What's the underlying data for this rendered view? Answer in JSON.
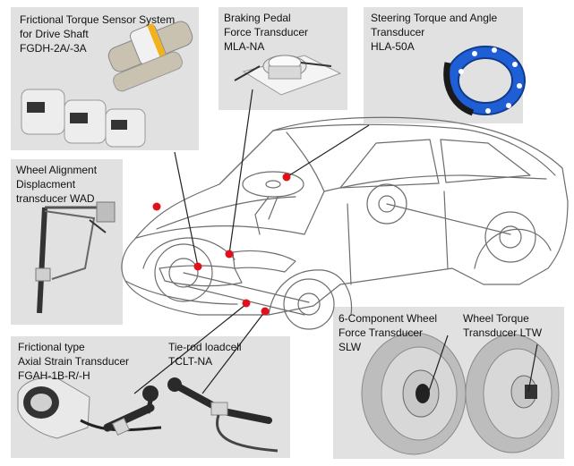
{
  "colors": {
    "panel_bg": "#e1e1e1",
    "marker": "#e0101c",
    "line": "#222222",
    "car_stroke": "#6d6d6d",
    "tire": "#bdbdbd",
    "hub": "#d8d8d8",
    "accent_blue": "#1f5fd6",
    "accent_yellow": "#f2b21b"
  },
  "panels": [
    {
      "id": "fgdh",
      "lines": [
        "Frictional Torque Sensor System",
        "for Drive Shaft",
        "FGDH-2A/-3A"
      ]
    },
    {
      "id": "mla",
      "lines": [
        "Braking Pedal",
        "Force Transducer",
        "MLA-NA"
      ]
    },
    {
      "id": "hla",
      "lines": [
        "Steering Torque and Angle",
        "Transducer",
        "HLA-50A"
      ]
    },
    {
      "id": "wad",
      "lines": [
        "Wheel Alignment",
        "Displacment",
        "transducer WAD"
      ]
    },
    {
      "id": "fgah",
      "lines": [
        "Frictional type",
        "Axial Strain Transducer",
        "FGAH-1B-R/-H"
      ]
    },
    {
      "id": "tclt",
      "lines": [
        "Tie-rod loadcell",
        "TCLT-NA"
      ]
    },
    {
      "id": "slw",
      "lines": [
        "6-Component Wheel",
        "Force Transducer",
        "SLW"
      ]
    },
    {
      "id": "ltw",
      "lines": [
        "Wheel Torque",
        "Transducer LTW"
      ]
    }
  ],
  "icons": {
    "marker": "sensor-location-marker-icon",
    "car": "car-outline-icon"
  }
}
